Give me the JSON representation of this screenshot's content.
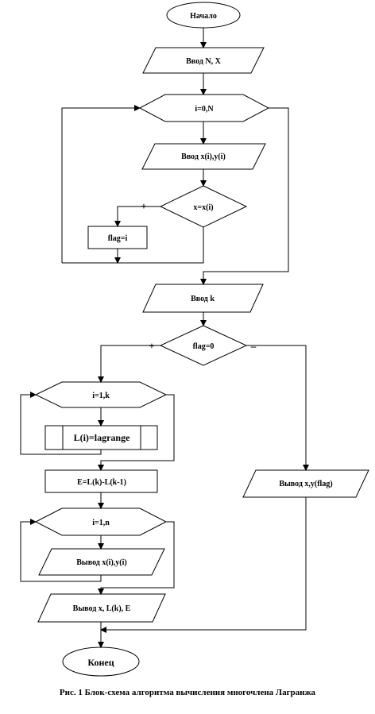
{
  "nodes": {
    "start": "Начало",
    "input_nx": "Ввод N, X",
    "loop_i_0_n": "i=0,N",
    "input_xi_yi": "Ввод x(i),y(i)",
    "cond_x_eq_xi": "x=x(i)",
    "flag_eq_i": "flag=i",
    "input_k": "Ввод k",
    "cond_flag_0": "flag=0",
    "loop_i_1_k": "i=1,k",
    "lagrange": "L(i)=lagrange",
    "error_calc": "E=L(k)-L(k-1)",
    "loop_i_1_n": "i=1,n",
    "output_xi_yi": "Вывод x(i),y(i)",
    "output_result": "Вывод x, L(k), E",
    "output_flag": "Вывод x,y(flag)",
    "end": "Конец"
  },
  "signs": {
    "cond1_yes": "+",
    "cond2_yes": "+",
    "cond2_no": "–"
  },
  "caption": "Рис. 1 Блок-схема алгоритма вычисления многочлена Лагранжа"
}
